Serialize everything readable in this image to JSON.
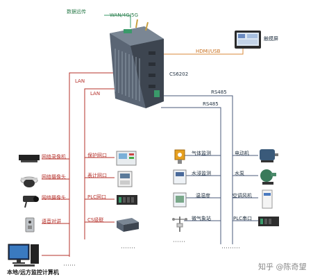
{
  "labels": {
    "data_remote": "数据远传",
    "wan": "WAN/4G/5G",
    "touchscreen": "触摸屏",
    "hdmi_usb": "HDMI/USB",
    "model": "CS6202",
    "lan_left": "LAN",
    "lan_mid": "LAN",
    "rs485_a": "RS485",
    "rs485_b": "RS485"
  },
  "left_devices": [
    {
      "label": "网络录像机"
    },
    {
      "label": "网络摄像头"
    },
    {
      "label": "网络摄像头"
    },
    {
      "label": "语音对讲"
    }
  ],
  "computer_label": "本地/远方监控计算机",
  "mid_devices": [
    {
      "label": "保护网口"
    },
    {
      "label": "表计网口"
    },
    {
      "label": "PLC网口"
    },
    {
      "label": "CS级联"
    }
  ],
  "sensor_devices": [
    {
      "label": "气体监测"
    },
    {
      "label": "水浸监测"
    },
    {
      "label": "温湿度"
    },
    {
      "label": "微气象站"
    }
  ],
  "right_devices": [
    {
      "label": "电动机"
    },
    {
      "label": "水泵"
    },
    {
      "label": "空调风机"
    },
    {
      "label": "PLC串口"
    }
  ],
  "watermark": "知乎 @陈奇望",
  "colors": {
    "lan": "#b5302a",
    "rs485": "#4a5a7a",
    "hdmi": "#d98a3a",
    "wan": "#3a9a6a"
  }
}
